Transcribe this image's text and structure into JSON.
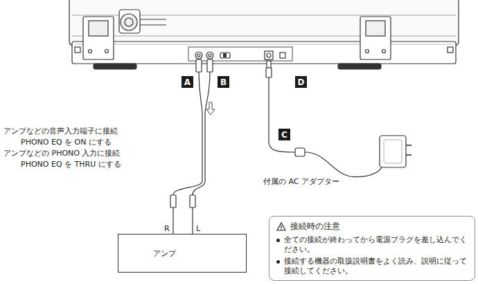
{
  "diagram": {
    "nodes": [
      {
        "text": [
          "A"
        ]
      },
      {
        "text": [
          "B"
        ]
      },
      {
        "text": [
          "D"
        ]
      },
      {
        "text": [
          "C"
        ]
      },
      {
        "text": [
          "アンプ"
        ]
      },
      {
        "text": [
          "接続時の注意",
          "全ての接続が終わってから電源プラグを差し込んでください。",
          "接続する機器の取扱説明書をよく読み、説明に従って接続してください。"
        ]
      }
    ],
    "labels": [
      "アンプなどの音声入力端子に接続",
      "PHONO EQ を ON にする",
      "アンプなどの PHONO 入力に接続",
      "PHONO EQ を THRU にする",
      "R",
      "L",
      "付属の AC アダプター"
    ]
  }
}
